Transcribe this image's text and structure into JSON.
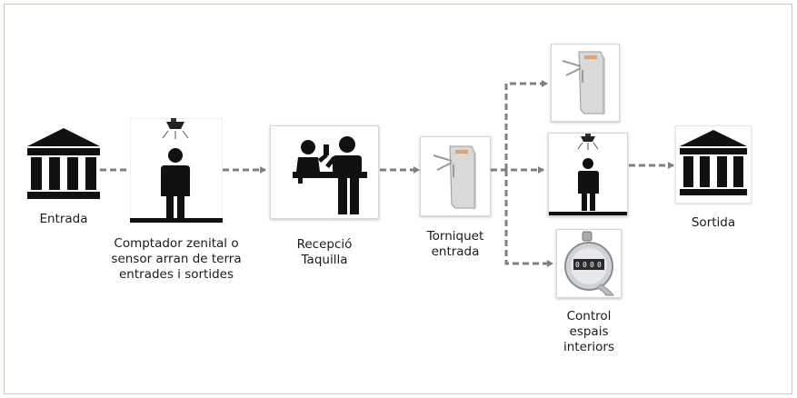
{
  "nodes": {
    "entrada": {
      "label": "Entrada",
      "icon": "museum-building-icon"
    },
    "comptador": {
      "label_lines": [
        "Comptador zenital o",
        "sensor arran de terra",
        "entrades i sortides"
      ],
      "icon": "overhead-sensor-person-icon"
    },
    "recepcio": {
      "label_lines": [
        "Recepció",
        "Taquilla"
      ],
      "icon": "reception-desk-icon"
    },
    "torniquet": {
      "label_lines": [
        "Torniquet",
        "entrada"
      ],
      "icon": "turnstile-icon"
    },
    "turnstile_interior": {
      "icon": "turnstile-icon"
    },
    "sensor_interior": {
      "icon": "overhead-sensor-person-icon"
    },
    "control": {
      "label_lines": [
        "Control",
        "espais",
        "interiors"
      ],
      "icon": "hand-tally-counter-icon"
    },
    "sortida": {
      "label": "Sortida",
      "icon": "museum-building-icon"
    }
  },
  "colors": {
    "arrow": "#7f7f7f",
    "border": "#c9ccb4",
    "icon": "#111111"
  }
}
